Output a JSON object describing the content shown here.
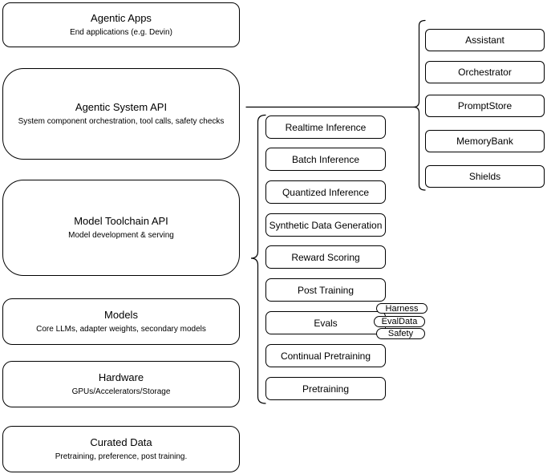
{
  "colors": {
    "stroke": "#000000",
    "fill": "#ffffff",
    "text": "#000000"
  },
  "left_boxes": [
    {
      "title": "Agentic Apps",
      "subtitle": "End applications (e.g. Devin)"
    },
    {
      "title": "Agentic System API",
      "subtitle": "System component orchestration, tool calls, safety checks"
    },
    {
      "title": "Model Toolchain API",
      "subtitle": "Model development & serving"
    },
    {
      "title": "Models",
      "subtitle": "Core LLMs, adapter weights, secondary models"
    },
    {
      "title": "Hardware",
      "subtitle": "GPUs/Accelerators/Storage"
    },
    {
      "title": "Curated Data",
      "subtitle": "Pretraining, preference, post training."
    }
  ],
  "toolchain_group": {
    "items": [
      "Realtime Inference",
      "Batch Inference",
      "Quantized Inference",
      "Synthetic Data Generation",
      "Reward Scoring",
      "Post Training",
      "Evals",
      "Continual Pretraining",
      "Pretraining"
    ]
  },
  "evals_pills": [
    "Harness",
    "EvalData",
    "Safety"
  ],
  "system_group": {
    "items": [
      "Assistant",
      "Orchestrator",
      "PromptStore",
      "MemoryBank",
      "Shields"
    ]
  }
}
